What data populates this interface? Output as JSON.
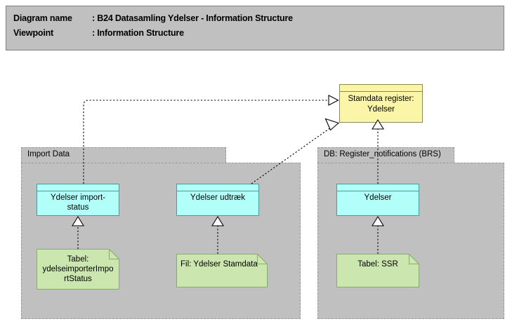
{
  "header": {
    "line1_label": "Diagram name",
    "line1_sep": ": ",
    "line1_value": "B24 Datasamling Ydelser - Information Structure",
    "line2_label": "Viewpoint",
    "line2_sep": ": ",
    "line2_value": "Information Structure"
  },
  "colors": {
    "canvas": "#ffffff",
    "title_fill": "#c0c0c0",
    "title_border": "#808080",
    "group_fill": "#c0c0c0",
    "group_border": "#999999",
    "class_fill": "#b2fffa",
    "class_border": "#4a9b95",
    "artifact_fill": "#cce6b0",
    "artifact_border": "#8aaa6e",
    "dataobject_fill": "#fbf5a8",
    "dataobject_border": "#8a8a4a",
    "connector": "#000000"
  },
  "nodes": {
    "stamdata_register": {
      "label": "Stamdata register:\nYdelser",
      "label_line1": "Stamdata register:",
      "label_line2": "Ydelser",
      "type": "data-object"
    },
    "ydelser_import_status": {
      "label_line1": "Ydelser import-",
      "label_line2": "status",
      "type": "class"
    },
    "ydelser_udtraek": {
      "label_line1": "Ydelser udtræk",
      "label_line2": "",
      "type": "class"
    },
    "ydelser_db": {
      "label_line1": "Ydelser",
      "label_line2": "",
      "type": "class"
    },
    "tabel_ydelseimporter": {
      "label_line1": "Tabel:",
      "label_line2": "ydelseimporterImpo",
      "label_line3": "rtStatus",
      "type": "artifact"
    },
    "fil_ydelser_stamdata": {
      "label_line1": "Fil: Ydelser Stamdata",
      "label_line2": "",
      "label_line3": "",
      "type": "artifact"
    },
    "tabel_ssr": {
      "label_line1": "Tabel: SSR",
      "label_line2": "",
      "label_line3": "",
      "type": "artifact"
    }
  },
  "groups": {
    "import_data": {
      "label": "Import Data"
    },
    "db_register_notifications": {
      "label": "DB: Register_notifications (BRS)"
    }
  },
  "connectors": [
    {
      "name": "import-status-realizes-stamdata",
      "from": "ydelser_import_status",
      "to": "stamdata_register",
      "style": "dotted",
      "arrow": "open-triangle"
    },
    {
      "name": "udtraek-realizes-stamdata",
      "from": "ydelser_udtraek",
      "to": "stamdata_register",
      "style": "dotted",
      "arrow": "open-triangle"
    },
    {
      "name": "ydelser-db-realizes-stamdata",
      "from": "ydelser_db",
      "to": "stamdata_register",
      "style": "dotted",
      "arrow": "open-triangle"
    },
    {
      "name": "tabel-ydelseimporter-realizes-import-status",
      "from": "tabel_ydelseimporter",
      "to": "ydelser_import_status",
      "style": "dotted",
      "arrow": "open-triangle"
    },
    {
      "name": "fil-stamdata-realizes-udtraek",
      "from": "fil_ydelser_stamdata",
      "to": "ydelser_udtraek",
      "style": "dotted",
      "arrow": "open-triangle"
    },
    {
      "name": "tabel-ssr-realizes-ydelser",
      "from": "tabel_ssr",
      "to": "ydelser_db",
      "style": "dotted",
      "arrow": "open-triangle"
    }
  ]
}
